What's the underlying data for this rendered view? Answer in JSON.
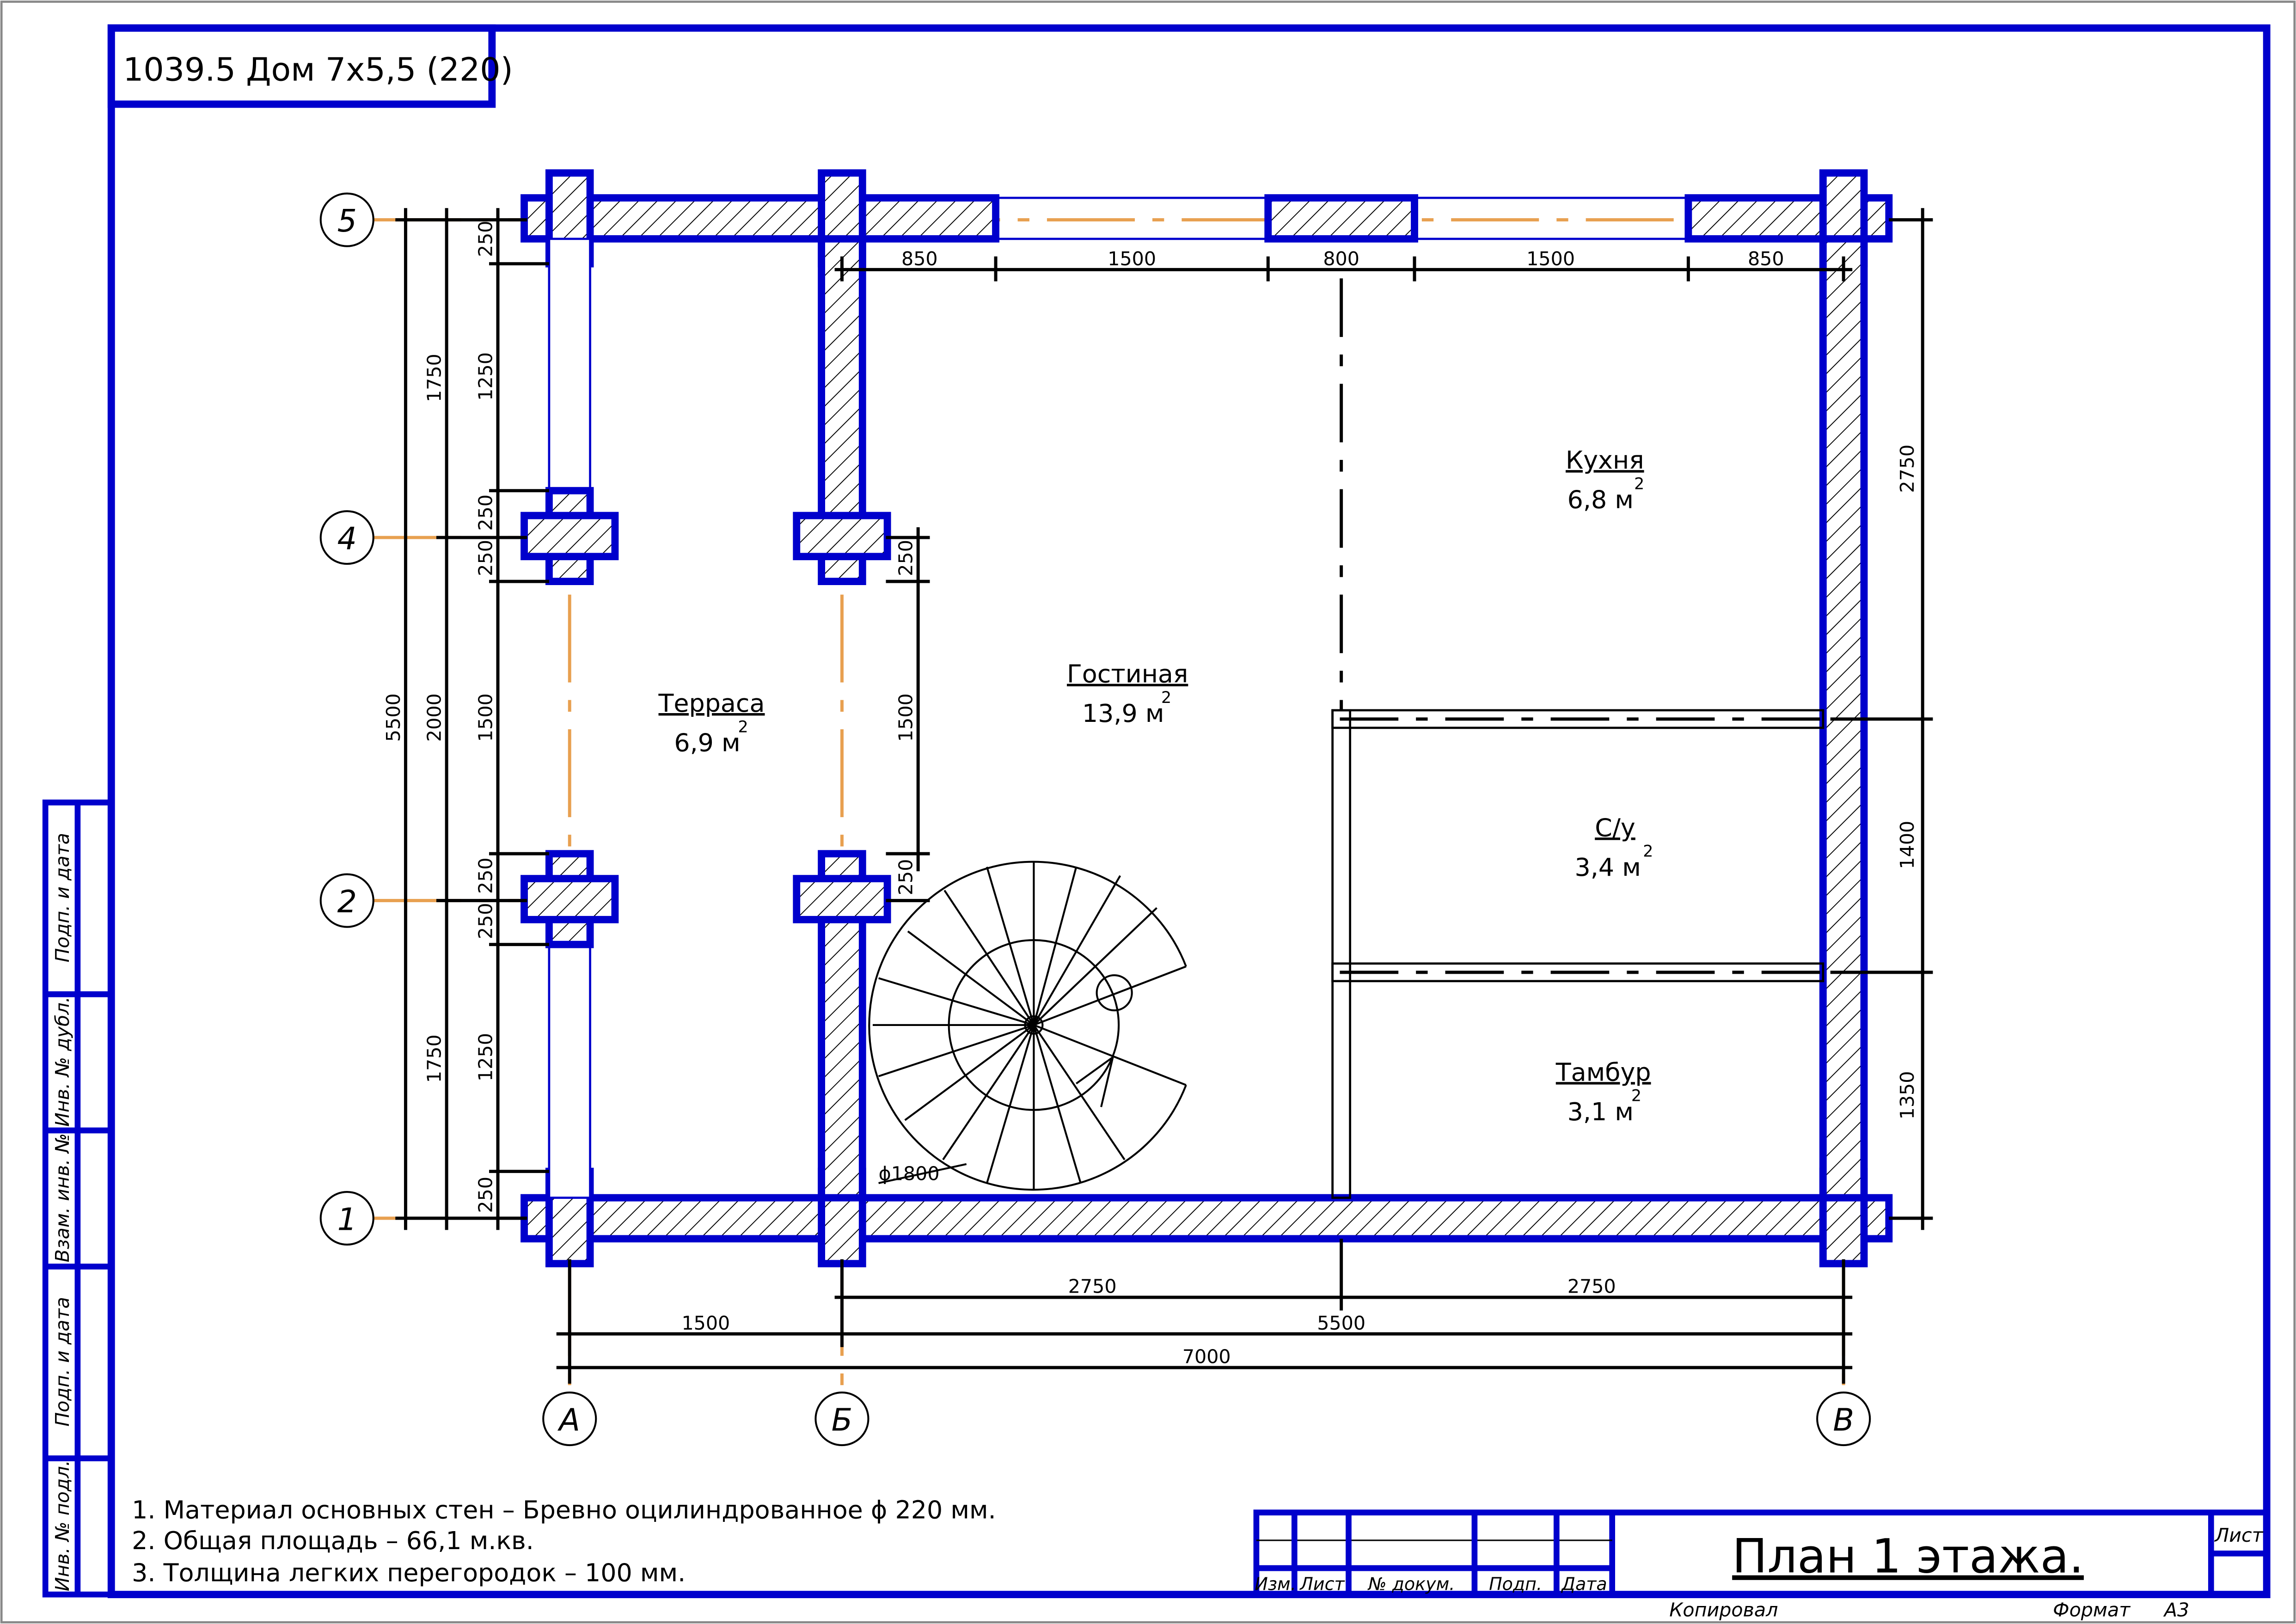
{
  "project_title": "1039.5 Дом 7х5,5 (220)",
  "sheet_title": "План 1 этажа.",
  "axes": {
    "rows": [
      "5",
      "4",
      "2",
      "1"
    ],
    "cols": [
      "А",
      "Б",
      "В"
    ]
  },
  "rooms": [
    {
      "name": "Терраса",
      "area": "6,9 м",
      "sup": "2"
    },
    {
      "name": "Гостиная",
      "area": "13,9 м",
      "sup": "2"
    },
    {
      "name": "Кухня",
      "area": "6,8 м",
      "sup": "2"
    },
    {
      "name": "С/у",
      "area": "3,4 м",
      "sup": "2"
    },
    {
      "name": "Тамбур",
      "area": "3,1 м",
      "sup": "2"
    }
  ],
  "dimensions": {
    "top": [
      "850",
      "1500",
      "800",
      "1500",
      "850"
    ],
    "bottom1": [
      "2750",
      "2750"
    ],
    "bottom2": [
      "1500",
      "5500"
    ],
    "bottom3": "7000",
    "left_outer": "5500",
    "left_mid": [
      "1750",
      "2000",
      "1750"
    ],
    "left_inner": [
      "250",
      "1250",
      "250",
      "250",
      "1500",
      "250",
      "250",
      "1250",
      "250"
    ],
    "inner_col": [
      "250",
      "1500",
      "250"
    ],
    "right": [
      "2750",
      "1400",
      "1350"
    ],
    "stair": "ϕ1800"
  },
  "notes": [
    "1. Материал основных стен – Бревно оцилиндрованное ϕ 220 мм.",
    "2. Общая площадь – 66,1 м.кв.",
    "3. Толщина легких перегородок – 100 мм."
  ],
  "side_stamp": [
    "Подп. и дата",
    "Инв. № дубл.",
    "Взам. инв. №",
    "Подп. и дата",
    "Инв. № подл."
  ],
  "title_block": {
    "headers": [
      "Изм.",
      "Лист",
      "№ докум.",
      "Подп.",
      "Дата"
    ],
    "sheet_label": "Лист",
    "copied": "Копировал",
    "format_label": "Формат",
    "format_value": "А3"
  }
}
